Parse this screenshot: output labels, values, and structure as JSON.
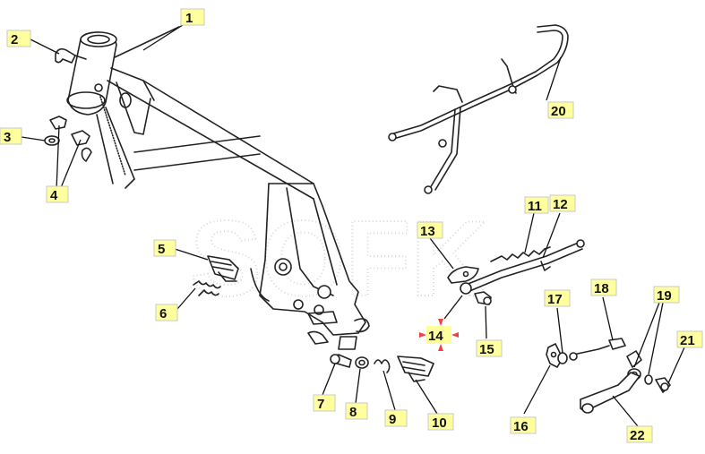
{
  "diagram": {
    "watermark": "SOFK",
    "callouts": {
      "c1": "1",
      "c2": "2",
      "c3": "3",
      "c4": "4",
      "c5": "5",
      "c6": "6",
      "c7": "7",
      "c8": "8",
      "c9": "9",
      "c10": "10",
      "c11": "11",
      "c12": "12",
      "c13": "13",
      "c14": "14",
      "c15": "15",
      "c16": "16",
      "c17": "17",
      "c18": "18",
      "c19": "19",
      "c20": "20",
      "c21": "21",
      "c22": "22"
    },
    "colors": {
      "label_background": "#ffff9e",
      "selected_marker": "#f04040",
      "line": "#222222"
    }
  }
}
